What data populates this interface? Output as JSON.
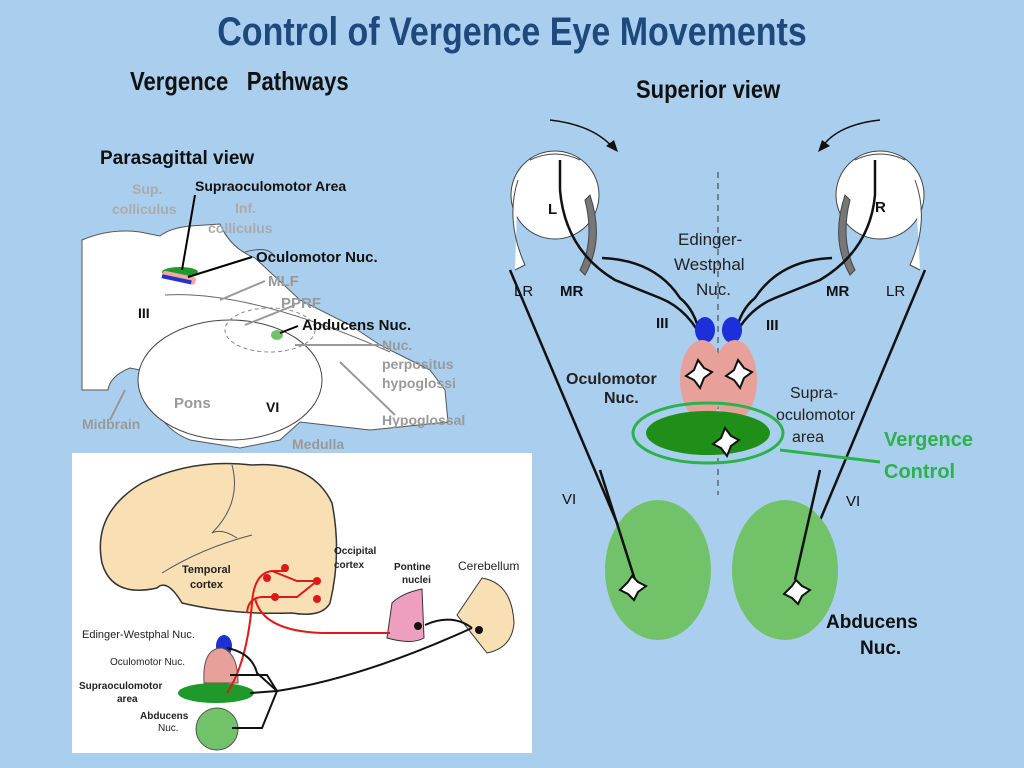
{
  "title": "Control of Vergence Eye Movements",
  "left_heading": "Vergence   Pathways",
  "right_heading": "Superior view",
  "parasagittal": {
    "heading": "Parasagittal  view",
    "labels": {
      "sup_colliculus_1": "Sup.",
      "sup_colliculus_2": "colliculus",
      "supraoculomotor_area": "Supraoculomotor  Area",
      "inf_colliculus_1": "Inf.",
      "inf_colliculus_2": "colliculus",
      "oculomotor_nuc": "Oculomotor Nuc.",
      "mlf": "MLF",
      "pprf": "PPRF",
      "abducens_nuc": "Abducens Nuc.",
      "nuc_perpositus_1": "Nuc.",
      "nuc_perpositus_2": "perpositus",
      "nuc_perpositus_3": "hypoglossi",
      "iii": "III",
      "vi": "VI",
      "pons": "Pons",
      "midbrain": "Midbrain",
      "hypoglossal": "Hypoglossal",
      "medulla": "Medulla"
    }
  },
  "lateral": {
    "labels": {
      "occipital_1": "Occipital",
      "occipital_2": "cortex",
      "temporal_1": "Temporal",
      "temporal_2": "cortex",
      "pontine_1": "Pontine",
      "pontine_2": "nuclei",
      "cerebellum": "Cerebellum",
      "edinger": "Edinger-Westphal Nuc.",
      "oculomotor": "Oculomotor Nuc.",
      "supra_1": "Supraoculomotor",
      "supra_2": "area",
      "abducens_1": "Abducens",
      "abducens_2": "Nuc."
    }
  },
  "superior": {
    "labels": {
      "eye_left": "L",
      "eye_right": "R",
      "lr_left": "LR",
      "mr_left": "MR",
      "mr_right": "MR",
      "lr_right": "LR",
      "ew_1": "Edinger-",
      "ew_2": "Westphal",
      "ew_3": "Nuc.",
      "iii_left": "III",
      "iii_right": "III",
      "oculomotor_1": "Oculomotor",
      "oculomotor_2": "Nuc.",
      "supra_1": "Supra-",
      "supra_2": "oculomotor",
      "supra_3": "area",
      "vi_left": "VI",
      "vi_right": "VI",
      "abducens_1": "Abducens",
      "abducens_2": "Nuc."
    },
    "callout_1": "Vergence",
    "callout_2": "Control"
  },
  "colors": {
    "background": "#aacfee",
    "title": "#1f497d",
    "callout_green": "#2bb24c",
    "supra_green": "#0f8a1a",
    "abducens_green": "#72c26a",
    "oculomotor_pink": "#e8a09a",
    "ew_blue": "#1c2fd8",
    "pathway_red": "#e01818",
    "brain_tan": "#f8dfb4",
    "pontine_pink": "#ee9fbf"
  }
}
